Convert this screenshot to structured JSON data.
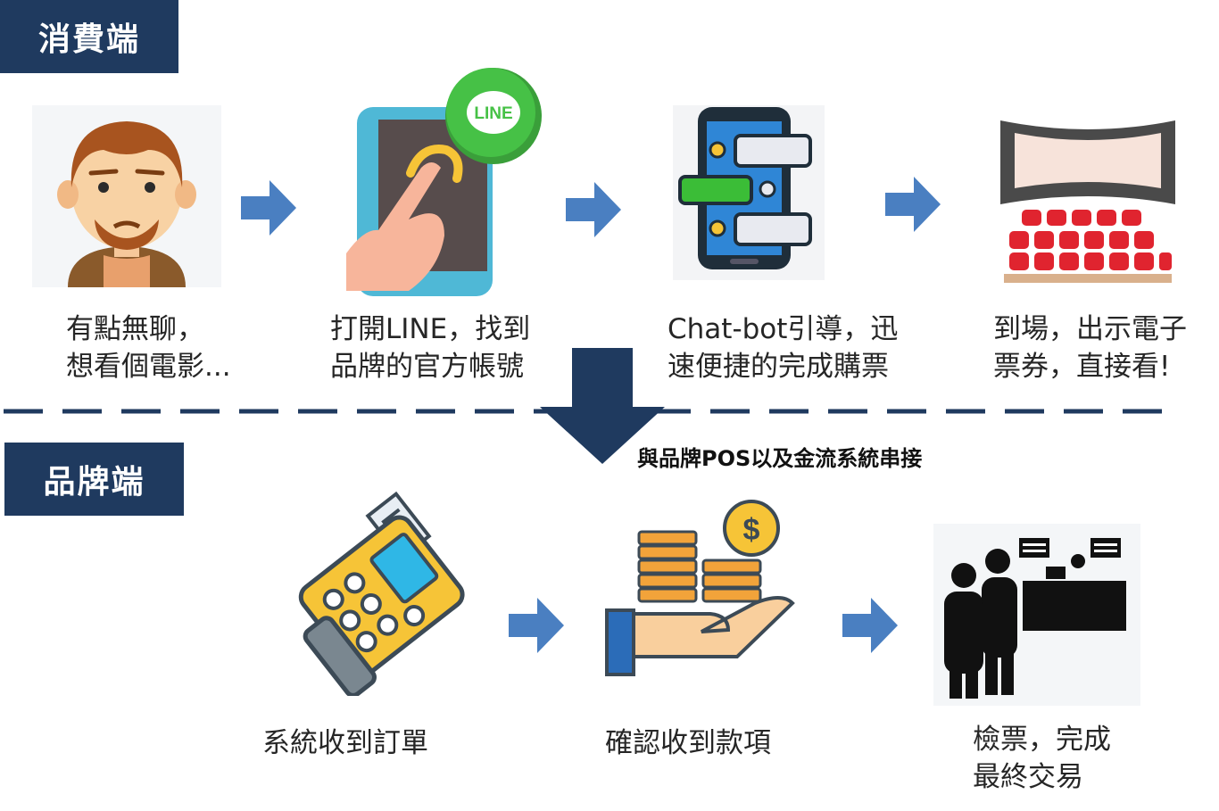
{
  "consumer": {
    "label": "消費端",
    "steps": [
      {
        "line1": "有點無聊，",
        "line2": "想看個電影..."
      },
      {
        "line1": "打開LINE，找到",
        "line2": "品牌的官方帳號",
        "badge": "LINE"
      },
      {
        "line1": "Chat-bot引導，迅",
        "line2": "速便捷的完成購票"
      },
      {
        "line1": "到場，出示電子",
        "line2": "票券，直接看!"
      }
    ]
  },
  "link_note": "與品牌POS以及金流系統串接",
  "brand": {
    "label": "品牌端",
    "steps": [
      {
        "line1": "系統收到訂單"
      },
      {
        "line1": "確認收到款項"
      },
      {
        "line1": "檢票，完成",
        "line2": "最終交易"
      }
    ]
  },
  "icons": [
    "person-icon",
    "line-phone-icon",
    "chatbot-phone-icon",
    "cinema-icon",
    "pos-terminal-icon",
    "coins-hand-icon",
    "ticket-counter-icon"
  ],
  "colors": {
    "navy": "#1f3a5f",
    "arrow_blue": "#4a7fc1",
    "line_green": "#3bbd37",
    "dark_arrow": "#1f3a5f"
  }
}
